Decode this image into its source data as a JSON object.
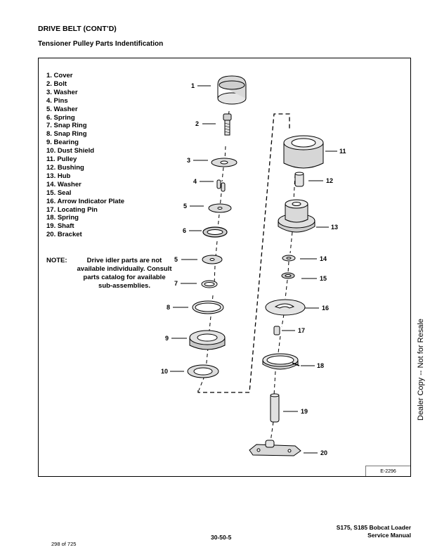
{
  "header": {
    "section_title": "DRIVE BELT (CONT’D)",
    "subtitle": "Tensioner Pulley Parts Indentification"
  },
  "parts": [
    "1. Cover",
    "2. Bolt",
    "3. Washer",
    "4. Pins",
    "5. Washer",
    "6. Spring",
    "7. Snap Ring",
    "8. Snap Ring",
    "9. Bearing",
    "10. Dust Shield",
    "11. Pulley",
    "12. Bushing",
    "13. Hub",
    "14. Washer",
    "15. Seal",
    "16. Arrow Indicator Plate",
    "17. Locating Pin",
    "18. Spring",
    "19. Shaft",
    "20. Bracket"
  ],
  "note": {
    "label": "NOTE:",
    "lines": [
      "Drive idler parts are not",
      "available individually. Consult",
      "parts catalog for available",
      "sub-assemblies."
    ]
  },
  "callouts": [
    "1",
    "2",
    "3",
    "4",
    "5",
    "6",
    "5",
    "7",
    "8",
    "9",
    "10",
    "11",
    "12",
    "13",
    "14",
    "15",
    "16",
    "17",
    "18",
    "19",
    "20"
  ],
  "figure_ref": "E-2296",
  "side_text": "Dealer Copy -- Not for Resale",
  "footer": {
    "center": "30-50-5",
    "right_line1": "S175, S185 Bobcat Loader",
    "right_line2": "Service Manual",
    "page_count": "298 of 725"
  }
}
